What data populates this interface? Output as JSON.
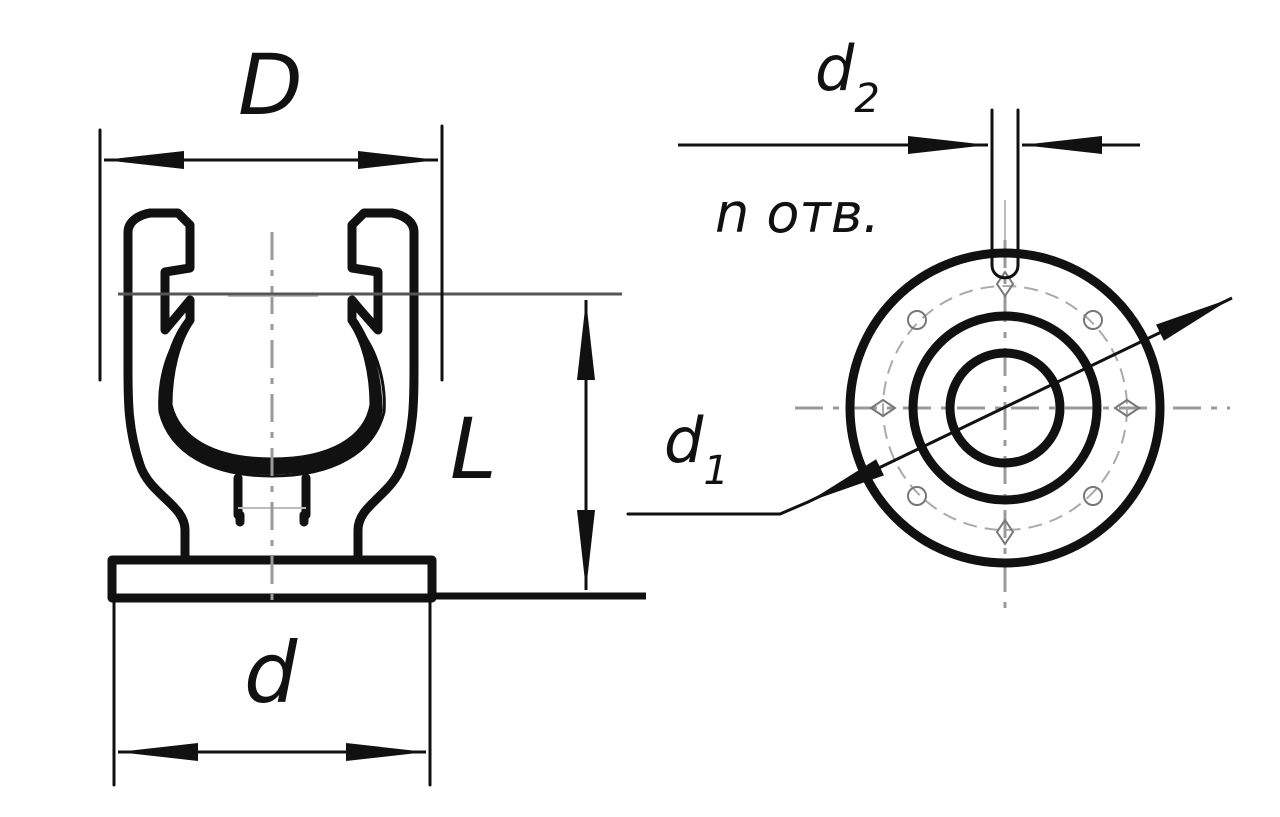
{
  "labels": {
    "D": "D",
    "d": "d",
    "L": "L",
    "d1": "d",
    "d1_sub": "1",
    "d2": "d",
    "d2_sub": "2",
    "holes_note": "n отв."
  },
  "colors": {
    "line": "#111111",
    "centerline": "#9a9a9a",
    "background": "#ffffff"
  }
}
